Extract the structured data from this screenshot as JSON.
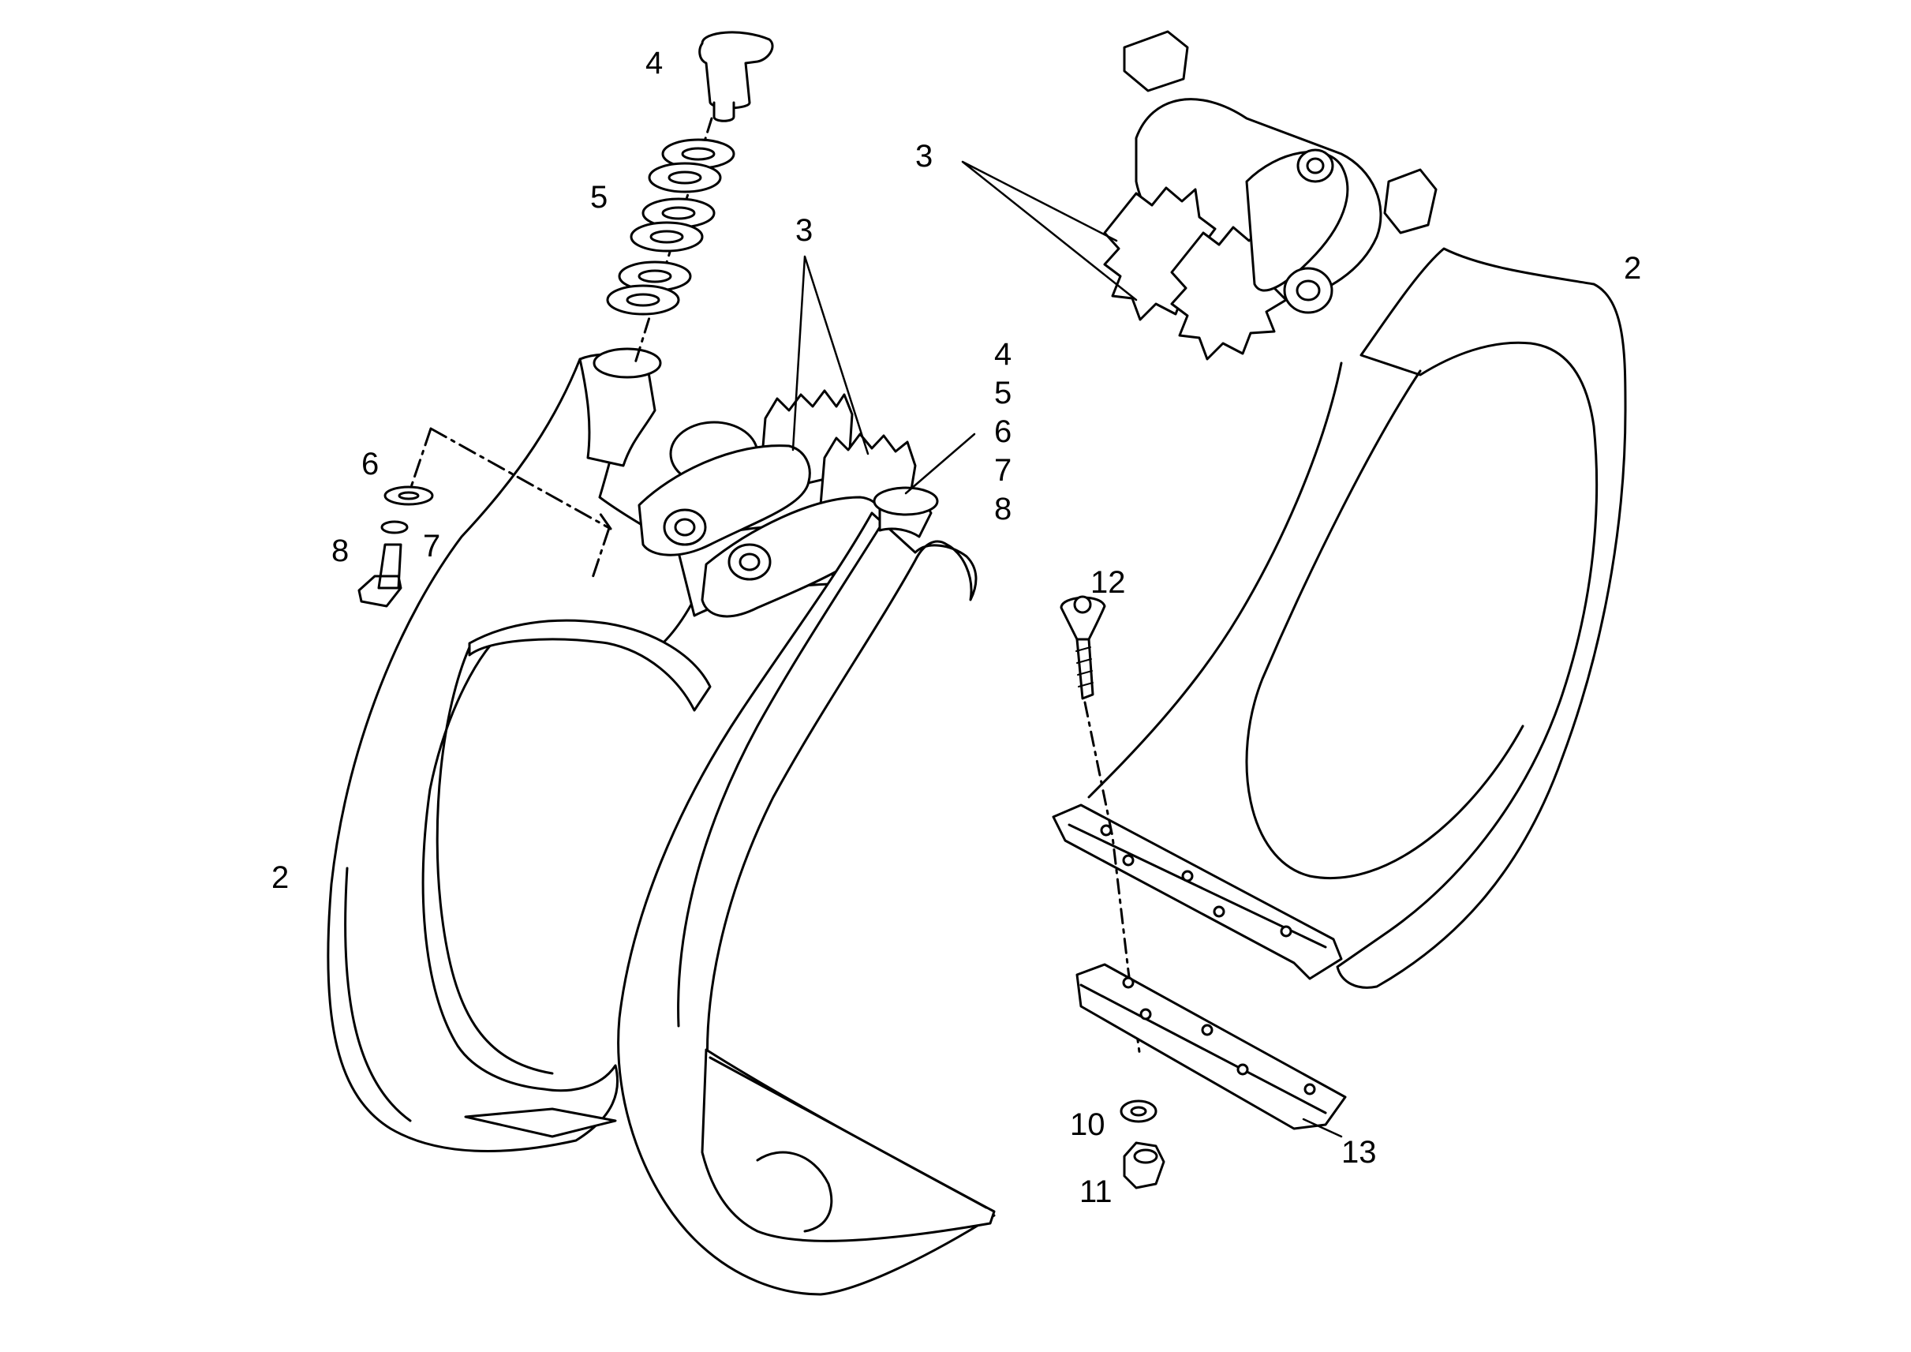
{
  "colors": {
    "line": "#000000",
    "fill": "#ffffff"
  },
  "left_assembly": {
    "label_part_4": "4",
    "label_part_5": "5",
    "label_part_3": "3",
    "label_stack": [
      "4",
      "5",
      "6",
      "7",
      "8"
    ],
    "label_part_6": "6",
    "label_part_7": "7",
    "label_part_8": "8",
    "label_part_2": "2"
  },
  "right_assembly": {
    "label_part_3": "3",
    "label_part_2": "2",
    "label_part_12": "12",
    "label_part_10": "10",
    "label_part_11": "11",
    "label_part_13": "13"
  }
}
